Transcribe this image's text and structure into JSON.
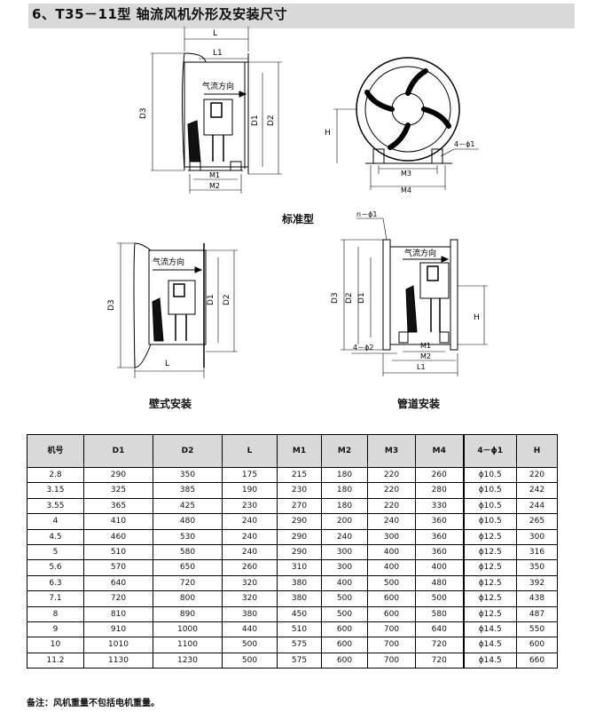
{
  "title": "6、T35－11型 轴流风机外形及安装尺寸",
  "diagram_labels": {
    "standard": {
      "L": "L",
      "L1": "L1",
      "D3": "D3",
      "D1": "D1",
      "D2": "D2",
      "M1": "M1",
      "M2": "M2",
      "airflow": "气流方向"
    },
    "front": {
      "H": "H",
      "M3": "M3",
      "M4": "M4",
      "hole": "4－ϕ1"
    },
    "wall": {
      "D3": "D3",
      "D1": "D1",
      "D2": "D2",
      "L": "L",
      "airflow": "气流方向"
    },
    "duct": {
      "n_hole": "n－ϕ1",
      "D3": "D3",
      "D2": "D2",
      "D1": "D1",
      "H": "H",
      "hole2": "4－ϕ2",
      "M1": "M1",
      "M2": "M2",
      "L1": "L1",
      "airflow": "气流方向"
    }
  },
  "captions": {
    "standard": "标准型",
    "wall": "壁式安装",
    "duct": "管道安装"
  },
  "table": {
    "headers": [
      "机号",
      "D1",
      "D2",
      "L",
      "M1",
      "M2",
      "M3",
      "M4",
      "4－ϕ1",
      "H"
    ],
    "rows": [
      [
        "2.8",
        "290",
        "350",
        "175",
        "215",
        "180",
        "220",
        "260",
        "ϕ10.5",
        "220"
      ],
      [
        "3.15",
        "325",
        "385",
        "190",
        "230",
        "180",
        "220",
        "280",
        "ϕ10.5",
        "242"
      ],
      [
        "3.55",
        "365",
        "425",
        "230",
        "270",
        "180",
        "220",
        "330",
        "ϕ10.5",
        "244"
      ],
      [
        "4",
        "410",
        "480",
        "240",
        "290",
        "200",
        "240",
        "360",
        "ϕ10.5",
        "265"
      ],
      [
        "4.5",
        "460",
        "530",
        "240",
        "290",
        "240",
        "300",
        "360",
        "ϕ12.5",
        "300"
      ],
      [
        "5",
        "510",
        "580",
        "240",
        "290",
        "300",
        "400",
        "360",
        "ϕ12.5",
        "316"
      ],
      [
        "5.6",
        "570",
        "650",
        "260",
        "310",
        "300",
        "400",
        "400",
        "ϕ12.5",
        "350"
      ],
      [
        "6.3",
        "640",
        "720",
        "320",
        "380",
        "400",
        "500",
        "480",
        "ϕ12.5",
        "392"
      ],
      [
        "7.1",
        "720",
        "800",
        "320",
        "380",
        "500",
        "600",
        "500",
        "ϕ12.5",
        "438"
      ],
      [
        "8",
        "810",
        "890",
        "380",
        "450",
        "500",
        "600",
        "580",
        "ϕ12.5",
        "487"
      ],
      [
        "9",
        "910",
        "1000",
        "440",
        "510",
        "600",
        "700",
        "640",
        "ϕ14.5",
        "550"
      ],
      [
        "10",
        "1010",
        "1100",
        "500",
        "575",
        "600",
        "700",
        "720",
        "ϕ14.5",
        "600"
      ],
      [
        "11.2",
        "1130",
        "1230",
        "500",
        "575",
        "600",
        "700",
        "720",
        "ϕ14.5",
        "660"
      ]
    ]
  },
  "footnote": "备注：风机重量不包括电机重量。"
}
